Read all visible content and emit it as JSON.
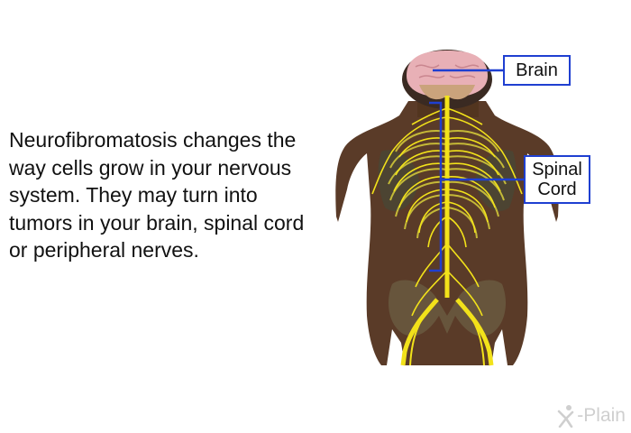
{
  "description": {
    "text": "Neurofibromatosis changes the way cells grow in your nervous system. They may turn into tumors in your brain, spinal cord or peripheral nerves."
  },
  "labels": {
    "brain": "Brain",
    "spinal_line1": "Spinal",
    "spinal_line2": "Cord"
  },
  "logo": {
    "text": "-Plain"
  },
  "colors": {
    "label_border": "#1f3fd1",
    "nerves": "#f2e21a",
    "skin": "#5a3b28",
    "brain": "#e8b0b6"
  }
}
